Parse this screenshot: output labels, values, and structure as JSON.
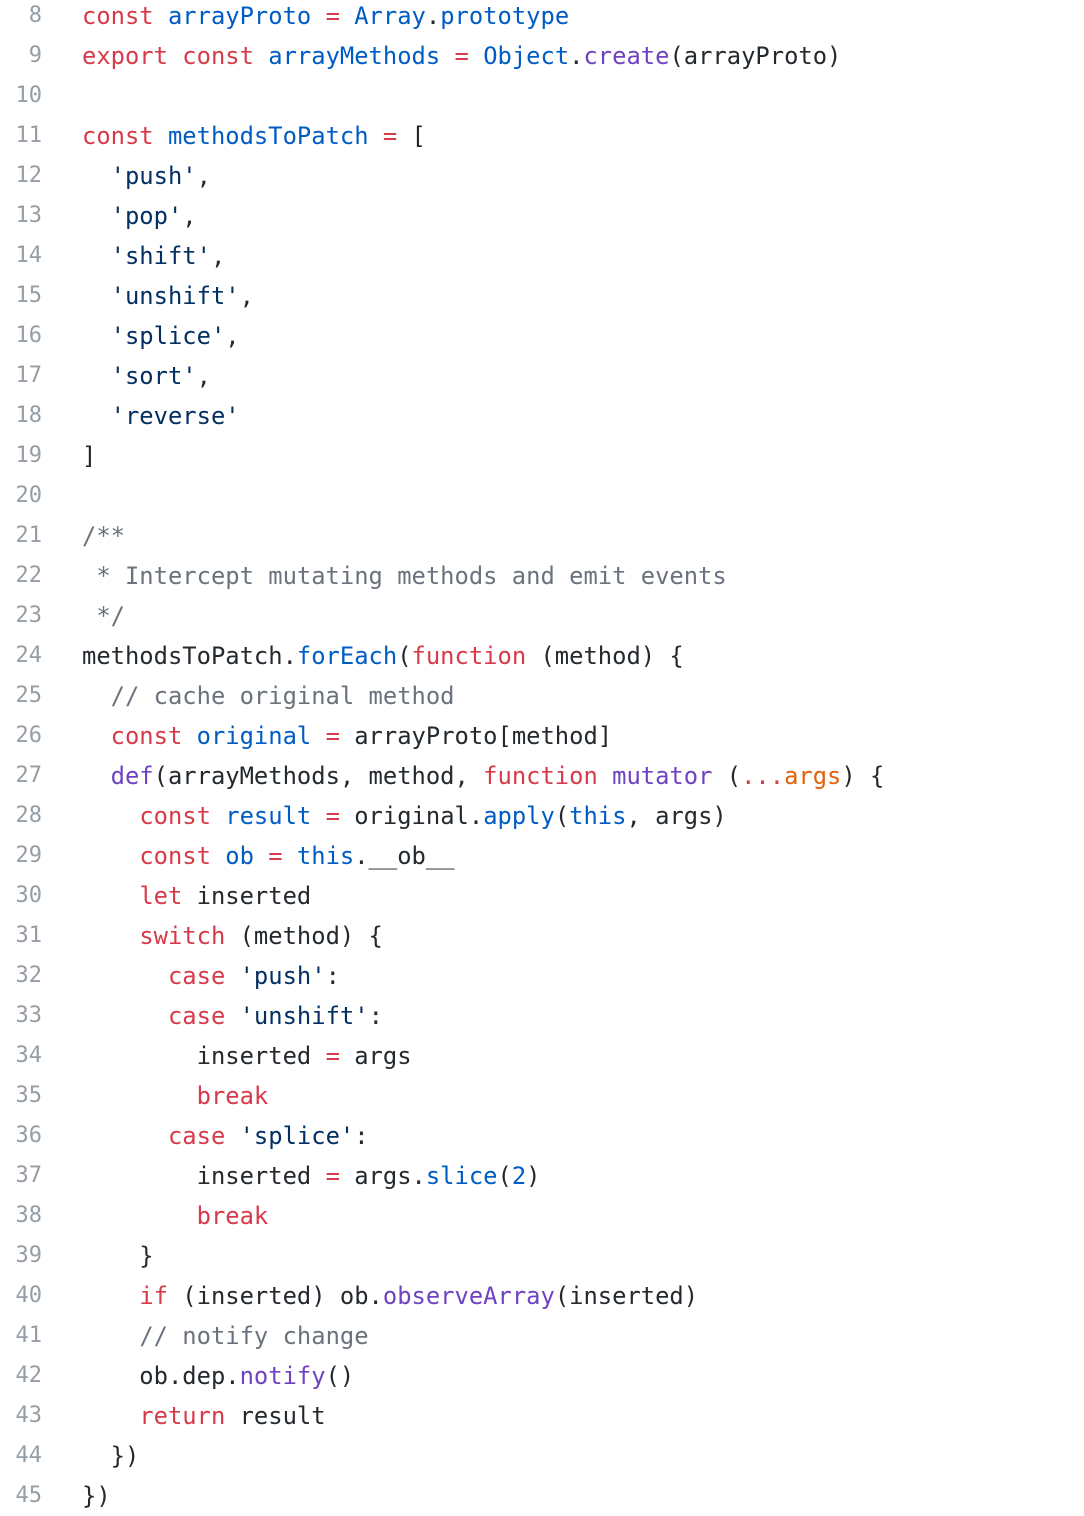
{
  "editor": {
    "theme_colors": {
      "keyword": "#d73a49",
      "constant": "#005cc5",
      "function": "#6f42c1",
      "string": "#032f62",
      "comment": "#6a737d",
      "parameter": "#e36209",
      "text": "#24292e",
      "line_number": "#959da5"
    },
    "lines": [
      {
        "num": "8",
        "tokens": [
          [
            "const",
            "keyword"
          ],
          [
            " ",
            "text"
          ],
          [
            "arrayProto",
            "constant"
          ],
          [
            " ",
            "text"
          ],
          [
            "=",
            "keyword"
          ],
          [
            " ",
            "text"
          ],
          [
            "Array",
            "constant"
          ],
          [
            ".",
            "text"
          ],
          [
            "prototype",
            "constant"
          ]
        ]
      },
      {
        "num": "9",
        "tokens": [
          [
            "export",
            "keyword"
          ],
          [
            " ",
            "text"
          ],
          [
            "const",
            "keyword"
          ],
          [
            " ",
            "text"
          ],
          [
            "arrayMethods",
            "constant"
          ],
          [
            " ",
            "text"
          ],
          [
            "=",
            "keyword"
          ],
          [
            " ",
            "text"
          ],
          [
            "Object",
            "constant"
          ],
          [
            ".",
            "text"
          ],
          [
            "create",
            "function"
          ],
          [
            "(arrayProto)",
            "text"
          ]
        ]
      },
      {
        "num": "10",
        "tokens": []
      },
      {
        "num": "11",
        "tokens": [
          [
            "const",
            "keyword"
          ],
          [
            " ",
            "text"
          ],
          [
            "methodsToPatch",
            "constant"
          ],
          [
            " ",
            "text"
          ],
          [
            "=",
            "keyword"
          ],
          [
            " [",
            "text"
          ]
        ]
      },
      {
        "num": "12",
        "tokens": [
          [
            "  ",
            "text"
          ],
          [
            "'push'",
            "string"
          ],
          [
            ",",
            "text"
          ]
        ]
      },
      {
        "num": "13",
        "tokens": [
          [
            "  ",
            "text"
          ],
          [
            "'pop'",
            "string"
          ],
          [
            ",",
            "text"
          ]
        ]
      },
      {
        "num": "14",
        "tokens": [
          [
            "  ",
            "text"
          ],
          [
            "'shift'",
            "string"
          ],
          [
            ",",
            "text"
          ]
        ]
      },
      {
        "num": "15",
        "tokens": [
          [
            "  ",
            "text"
          ],
          [
            "'unshift'",
            "string"
          ],
          [
            ",",
            "text"
          ]
        ]
      },
      {
        "num": "16",
        "tokens": [
          [
            "  ",
            "text"
          ],
          [
            "'splice'",
            "string"
          ],
          [
            ",",
            "text"
          ]
        ]
      },
      {
        "num": "17",
        "tokens": [
          [
            "  ",
            "text"
          ],
          [
            "'sort'",
            "string"
          ],
          [
            ",",
            "text"
          ]
        ]
      },
      {
        "num": "18",
        "tokens": [
          [
            "  ",
            "text"
          ],
          [
            "'reverse'",
            "string"
          ]
        ]
      },
      {
        "num": "19",
        "tokens": [
          [
            "]",
            "text"
          ]
        ]
      },
      {
        "num": "20",
        "tokens": []
      },
      {
        "num": "21",
        "tokens": [
          [
            "/**",
            "comment"
          ]
        ]
      },
      {
        "num": "22",
        "tokens": [
          [
            " * Intercept mutating methods and emit events",
            "comment"
          ]
        ]
      },
      {
        "num": "23",
        "tokens": [
          [
            " */",
            "comment"
          ]
        ]
      },
      {
        "num": "24",
        "tokens": [
          [
            "methodsToPatch.",
            "text"
          ],
          [
            "forEach",
            "constant"
          ],
          [
            "(",
            "text"
          ],
          [
            "function",
            "keyword"
          ],
          [
            " (method) {",
            "text"
          ]
        ]
      },
      {
        "num": "25",
        "tokens": [
          [
            "  ",
            "text"
          ],
          [
            "// cache original method",
            "comment"
          ]
        ]
      },
      {
        "num": "26",
        "tokens": [
          [
            "  ",
            "text"
          ],
          [
            "const",
            "keyword"
          ],
          [
            " ",
            "text"
          ],
          [
            "original",
            "constant"
          ],
          [
            " ",
            "text"
          ],
          [
            "=",
            "keyword"
          ],
          [
            " arrayProto[method]",
            "text"
          ]
        ]
      },
      {
        "num": "27",
        "tokens": [
          [
            "  ",
            "text"
          ],
          [
            "def",
            "function"
          ],
          [
            "(arrayMethods, method, ",
            "text"
          ],
          [
            "function",
            "keyword"
          ],
          [
            " ",
            "text"
          ],
          [
            "mutator",
            "function"
          ],
          [
            " (",
            "text"
          ],
          [
            "...",
            "keyword"
          ],
          [
            "args",
            "parameter"
          ],
          [
            ") {",
            "text"
          ]
        ]
      },
      {
        "num": "28",
        "tokens": [
          [
            "    ",
            "text"
          ],
          [
            "const",
            "keyword"
          ],
          [
            " ",
            "text"
          ],
          [
            "result",
            "constant"
          ],
          [
            " ",
            "text"
          ],
          [
            "=",
            "keyword"
          ],
          [
            " original.",
            "text"
          ],
          [
            "apply",
            "constant"
          ],
          [
            "(",
            "text"
          ],
          [
            "this",
            "constant"
          ],
          [
            ", args)",
            "text"
          ]
        ]
      },
      {
        "num": "29",
        "tokens": [
          [
            "    ",
            "text"
          ],
          [
            "const",
            "keyword"
          ],
          [
            " ",
            "text"
          ],
          [
            "ob",
            "constant"
          ],
          [
            " ",
            "text"
          ],
          [
            "=",
            "keyword"
          ],
          [
            " ",
            "text"
          ],
          [
            "this",
            "constant"
          ],
          [
            ".__ob__",
            "text"
          ]
        ]
      },
      {
        "num": "30",
        "tokens": [
          [
            "    ",
            "text"
          ],
          [
            "let",
            "keyword"
          ],
          [
            " inserted",
            "text"
          ]
        ]
      },
      {
        "num": "31",
        "tokens": [
          [
            "    ",
            "text"
          ],
          [
            "switch",
            "keyword"
          ],
          [
            " (method) {",
            "text"
          ]
        ]
      },
      {
        "num": "32",
        "tokens": [
          [
            "      ",
            "text"
          ],
          [
            "case",
            "keyword"
          ],
          [
            " ",
            "text"
          ],
          [
            "'push'",
            "string"
          ],
          [
            ":",
            "text"
          ]
        ]
      },
      {
        "num": "33",
        "tokens": [
          [
            "      ",
            "text"
          ],
          [
            "case",
            "keyword"
          ],
          [
            " ",
            "text"
          ],
          [
            "'unshift'",
            "string"
          ],
          [
            ":",
            "text"
          ]
        ]
      },
      {
        "num": "34",
        "tokens": [
          [
            "        inserted ",
            "text"
          ],
          [
            "=",
            "keyword"
          ],
          [
            " args",
            "text"
          ]
        ]
      },
      {
        "num": "35",
        "tokens": [
          [
            "        ",
            "text"
          ],
          [
            "break",
            "keyword"
          ]
        ]
      },
      {
        "num": "36",
        "tokens": [
          [
            "      ",
            "text"
          ],
          [
            "case",
            "keyword"
          ],
          [
            " ",
            "text"
          ],
          [
            "'splice'",
            "string"
          ],
          [
            ":",
            "text"
          ]
        ]
      },
      {
        "num": "37",
        "tokens": [
          [
            "        inserted ",
            "text"
          ],
          [
            "=",
            "keyword"
          ],
          [
            " args.",
            "text"
          ],
          [
            "slice",
            "constant"
          ],
          [
            "(",
            "text"
          ],
          [
            "2",
            "constant"
          ],
          [
            ")",
            "text"
          ]
        ]
      },
      {
        "num": "38",
        "tokens": [
          [
            "        ",
            "text"
          ],
          [
            "break",
            "keyword"
          ]
        ]
      },
      {
        "num": "39",
        "tokens": [
          [
            "    }",
            "text"
          ]
        ]
      },
      {
        "num": "40",
        "tokens": [
          [
            "    ",
            "text"
          ],
          [
            "if",
            "keyword"
          ],
          [
            " (inserted) ob.",
            "text"
          ],
          [
            "observeArray",
            "function"
          ],
          [
            "(inserted)",
            "text"
          ]
        ]
      },
      {
        "num": "41",
        "tokens": [
          [
            "    ",
            "text"
          ],
          [
            "// notify change",
            "comment"
          ]
        ]
      },
      {
        "num": "42",
        "tokens": [
          [
            "    ob.dep.",
            "text"
          ],
          [
            "notify",
            "function"
          ],
          [
            "()",
            "text"
          ]
        ]
      },
      {
        "num": "43",
        "tokens": [
          [
            "    ",
            "text"
          ],
          [
            "return",
            "keyword"
          ],
          [
            " result",
            "text"
          ]
        ]
      },
      {
        "num": "44",
        "tokens": [
          [
            "  })",
            "text"
          ]
        ]
      },
      {
        "num": "45",
        "tokens": [
          [
            "})",
            "text"
          ]
        ]
      }
    ]
  }
}
